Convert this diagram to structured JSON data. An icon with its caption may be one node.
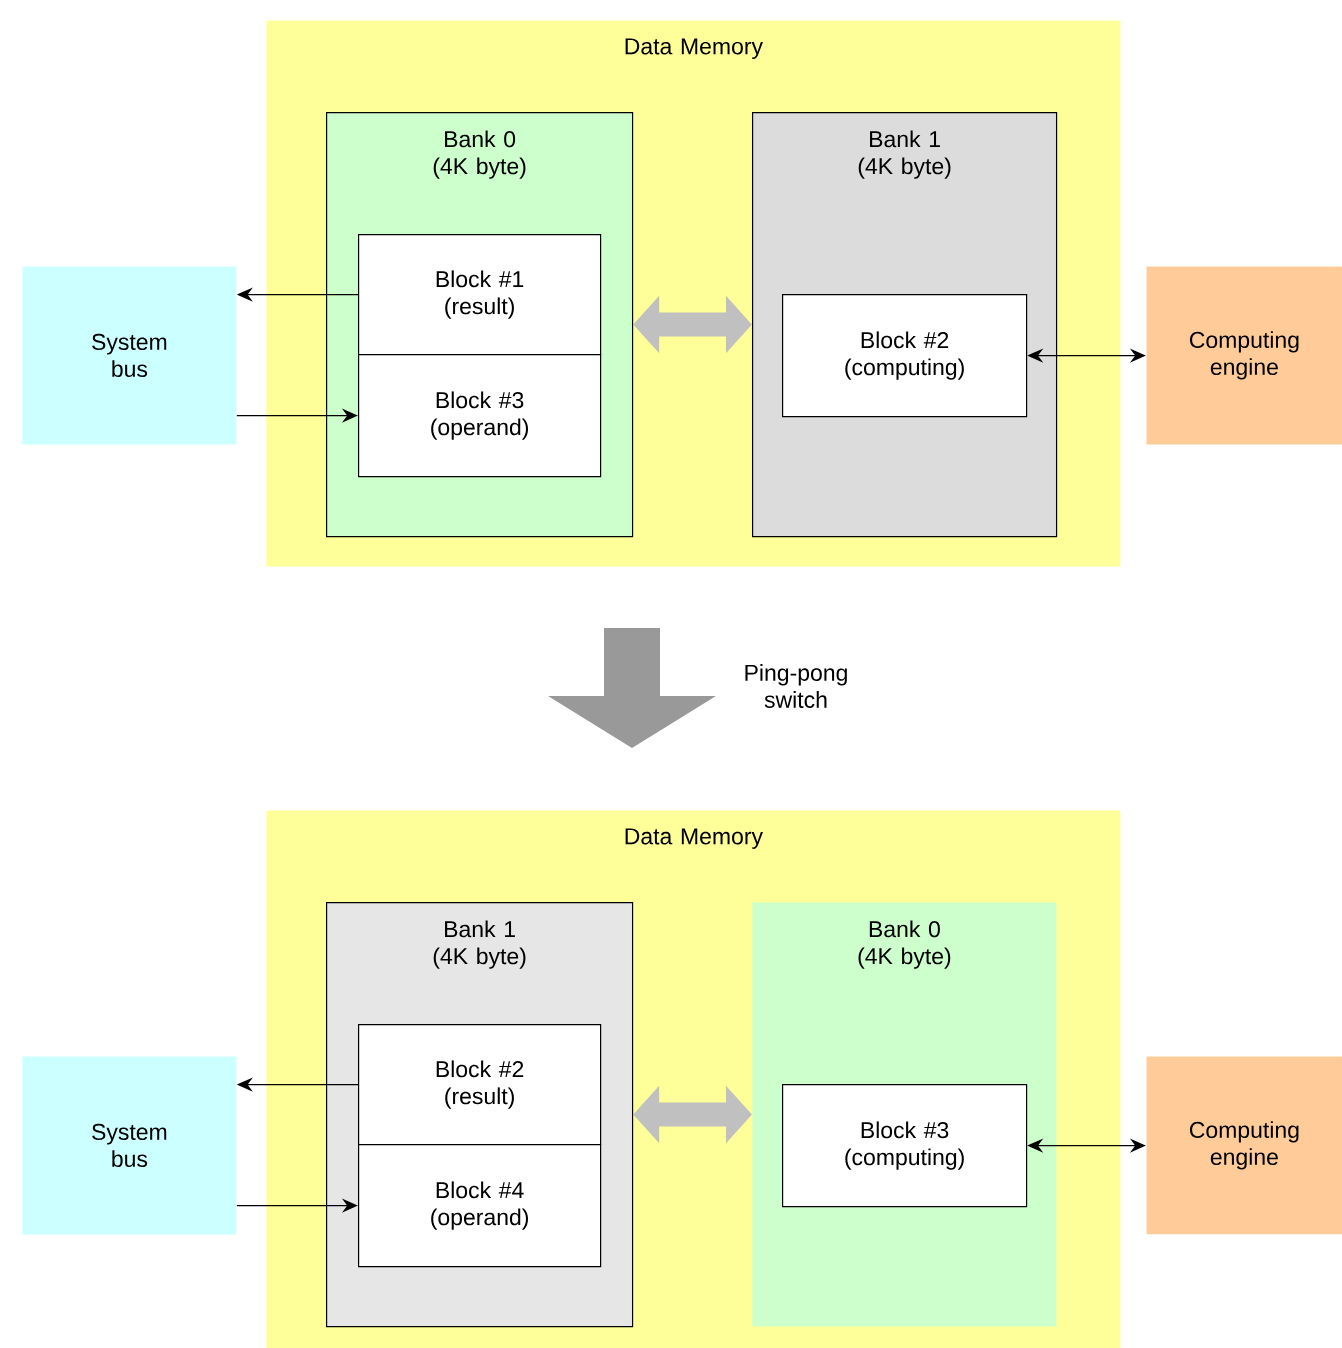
{
  "diagram": {
    "nodes": [
      {
        "text": [
          "Data Memory"
        ]
      },
      {
        "text": [
          "Bank 0 (4K byte)"
        ],
        "in": 0
      },
      {
        "text": [
          "Block #1 (result)"
        ],
        "in": 1
      },
      {
        "text": [
          "Block #3 (operand)"
        ],
        "in": 1
      },
      {
        "text": [
          "Bank 1 (4K byte)"
        ],
        "in": 0
      },
      {
        "text": [
          "Block #2 (computing)"
        ],
        "in": 4
      },
      {
        "text": [
          "System bus"
        ]
      },
      {
        "text": [
          "Computing engine"
        ]
      },
      {
        "text": [
          "Data Memory"
        ]
      },
      {
        "text": [
          "Bank 1 (4K byte)"
        ],
        "in": 8
      },
      {
        "text": [
          "Block #2 (result)"
        ],
        "in": 9
      },
      {
        "text": [
          "Block #4 (operand)"
        ],
        "in": 9
      },
      {
        "text": [
          "Bank 0 (4K byte)"
        ],
        "in": 8
      },
      {
        "text": [
          "Block #3 (computing)"
        ],
        "in": 12
      },
      {
        "text": [
          "System bus"
        ]
      },
      {
        "text": [
          "Computing engine"
        ]
      }
    ],
    "edges": [
      {
        "from": 2,
        "to": 6,
        "arrow": "to"
      },
      {
        "from": 6,
        "to": 3,
        "arrow": "to"
      },
      {
        "from": 1,
        "to": 4,
        "arrow": "both",
        "style": "thick",
        "color": "#c0c0c0"
      },
      {
        "from": 5,
        "to": 7,
        "arrow": "both"
      },
      {
        "from": 10,
        "to": 14,
        "arrow": "to"
      },
      {
        "from": 14,
        "to": 11,
        "arrow": "to"
      },
      {
        "from": 9,
        "to": 12,
        "arrow": "both",
        "style": "thick",
        "color": "#c0c0c0"
      },
      {
        "from": 13,
        "to": 15,
        "arrow": "both"
      }
    ],
    "labels": [
      "Ping-pong switch"
    ]
  }
}
